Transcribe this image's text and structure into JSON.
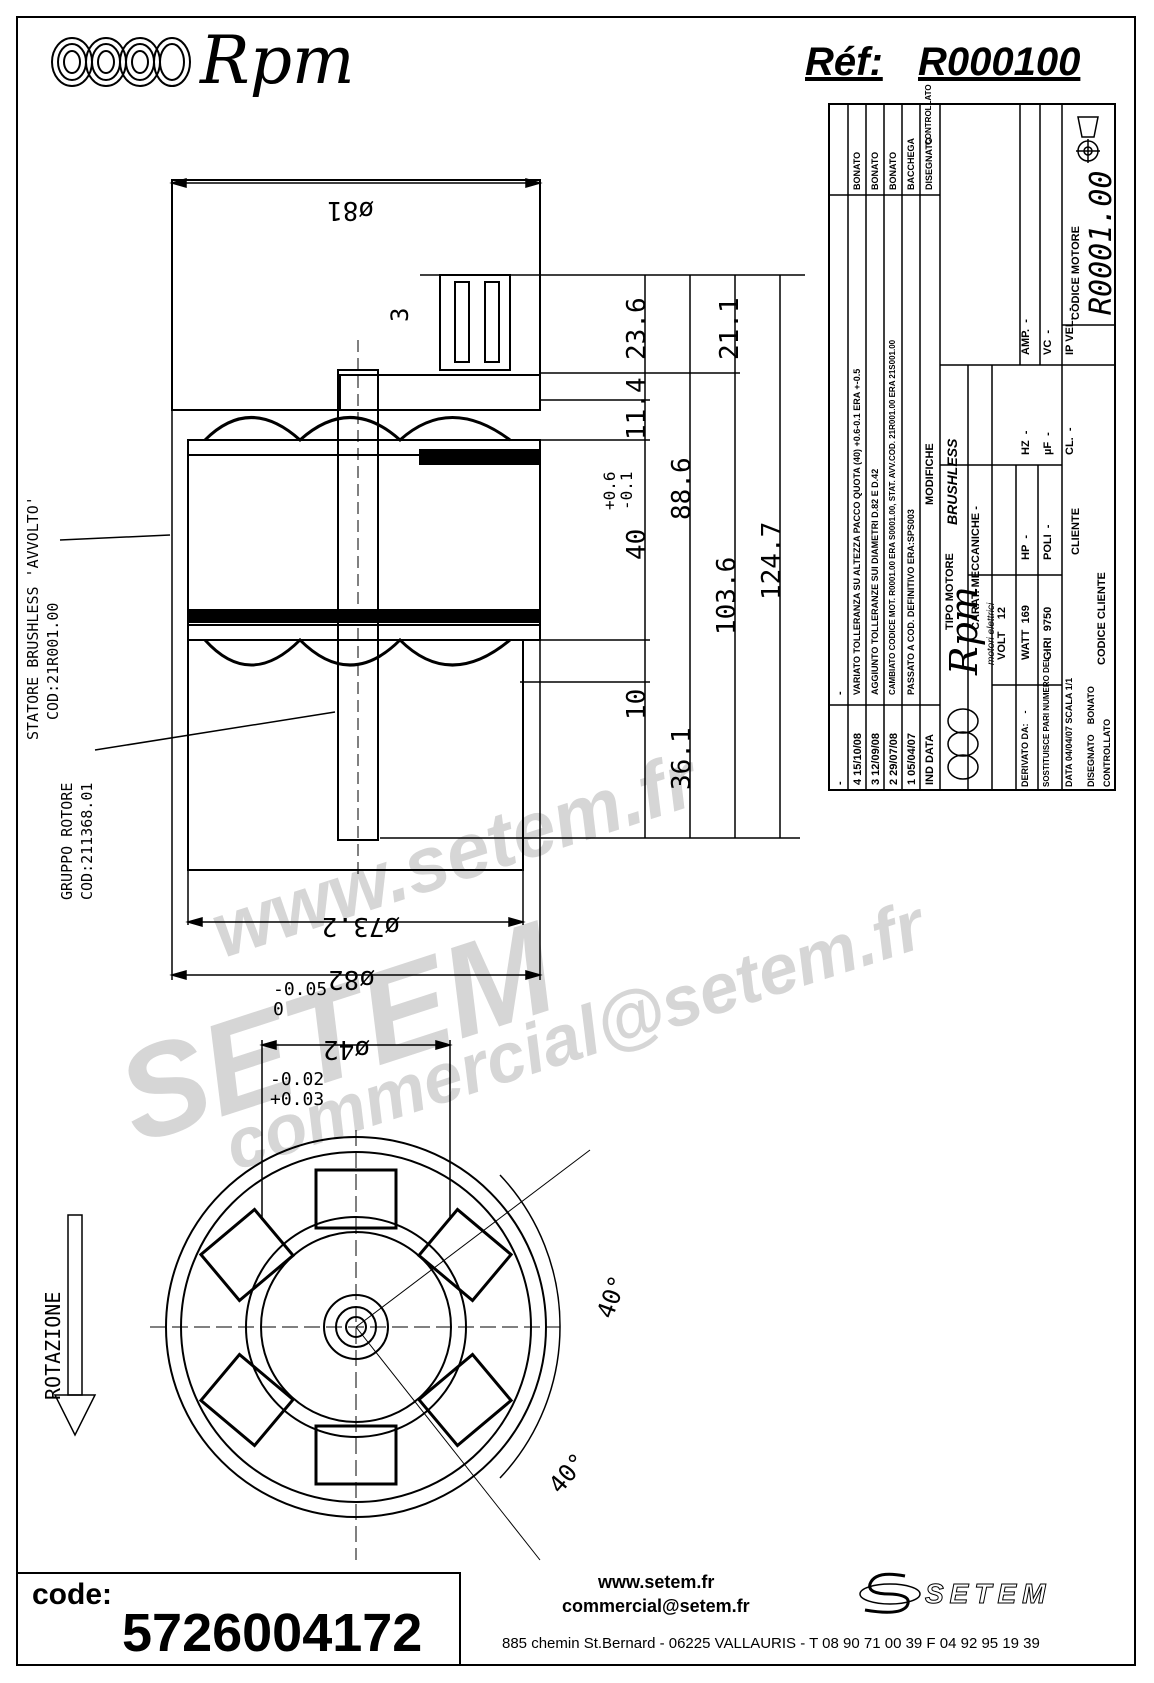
{
  "header": {
    "brand": "Rpm",
    "reference_label": "Réf:",
    "reference_value": "R000100"
  },
  "watermarks": [
    "www.setem.fr",
    "SETEM",
    "commercial@setem.fr"
  ],
  "labels": {
    "stator": "STATORE BRUSHLESS 'AVVOLTO'",
    "stator_code": "COD:21R001.00",
    "rotor": "GRUPPO ROTORE",
    "rotor_code": "COD:211368.01",
    "rotation": "ROTAZIONE"
  },
  "dimensions": {
    "d81": "ø81",
    "d3": "3",
    "d23_6": "23.6",
    "d21_1": "21.1",
    "d11_4": "11.4",
    "d40": "40",
    "d40_tol_plus": "+0.6",
    "d40_tol_minus": "-0.1",
    "d88_6": "88.6",
    "d103_6": "103.6",
    "d124_7": "124.7",
    "d10": "10",
    "d36_1": "36.1",
    "d73_2": "ø73.2",
    "d82": "ø82",
    "d82_tol_upper": "-0.05",
    "d82_tol_lower": "0",
    "d42": "ø42",
    "d42_tol_upper": "-0.02",
    "d42_tol_lower": "+0.03",
    "angle1": "40°",
    "angle2": "40°"
  },
  "title_block": {
    "revisions": [
      {
        "n": "-",
        "date": "-",
        "text": "-",
        "by": "-"
      },
      {
        "n": "4",
        "date": "15/10/08",
        "text": "VARIATO TOLLERANZA SU ALTEZZA PACCO QUOTA (40) +0.6-0.1 ERA +-0.5",
        "by": "BONATO"
      },
      {
        "n": "3",
        "date": "12/09/08",
        "text": "AGGIUNTO TOLLERANZE SUI DIAMETRI D.82 E D.42",
        "by": "BONATO"
      },
      {
        "n": "2",
        "date": "29/07/08",
        "text": "CAMBIATO CODICE MOT. R0001.00 ERA S0001.00, STAT. AVV.COD. 21R001.00 ERA 21S001.00",
        "by": "BONATO"
      },
      {
        "n": "1",
        "date": "05/04/07",
        "text": "PASSATO A COD. DEFINITIVO ERA:SPS003",
        "by": "BACCHEGA"
      }
    ],
    "rev_headers": {
      "n": "IND",
      "date": "DATA",
      "text": "MODIFICHE",
      "drawn": "DISEGNATO",
      "checked": "CONTROLLATO"
    },
    "company_name": "Rpm",
    "company_sub": "motori elettrici",
    "tipo_motore_label": "TIPO MOTORE",
    "tipo_motore_value": "BRUSHLESS",
    "carat_label": "CARAT. MECCANICHE",
    "carat_value": "-",
    "derivato_label": "DERIVATO DA:",
    "derivato_value": "-",
    "sostituisce_label": "SOSTITUISCE PARI NUMERO DEL",
    "sostituisce_value": "-",
    "data_label": "DATA",
    "data_value": "04/04/07",
    "scala_label": "SCALA",
    "scala_value": "1/1",
    "disegnato_label": "DISEGNATO",
    "disegnato_value": "BONATO",
    "controllato_label": "CONTROLLATO",
    "cliente_label": "CLIENTE",
    "codice_cliente_label": "CODICE CLIENTE",
    "codice_motore_label": "CODICE MOTORE",
    "codice_motore_value": "R0001.00",
    "specs": [
      {
        "label": "VOLT",
        "value": "12"
      },
      {
        "label": "WATT",
        "value": "169"
      },
      {
        "label": "GIRI",
        "value": "9750"
      },
      {
        "label": "HP",
        "value": "-"
      },
      {
        "label": "POLI",
        "value": "-"
      },
      {
        "label": "HZ",
        "value": "-"
      },
      {
        "label": "µF",
        "value": "-"
      },
      {
        "label": "CL.",
        "value": "-"
      },
      {
        "label": "AMP.",
        "value": "-"
      },
      {
        "label": "VC",
        "value": "-"
      },
      {
        "label": "IP VEL.",
        "value": "-"
      }
    ]
  },
  "footer": {
    "code_label": "code:",
    "code_value": "5726004172",
    "website": "www.setem.fr",
    "email": "commercial@setem.fr",
    "company": "SETEM",
    "address": "885 chemin St.Bernard  -  06225 VALLAURIS  -  T 08 90 71 00 39  F 04 92 95 19 39"
  }
}
